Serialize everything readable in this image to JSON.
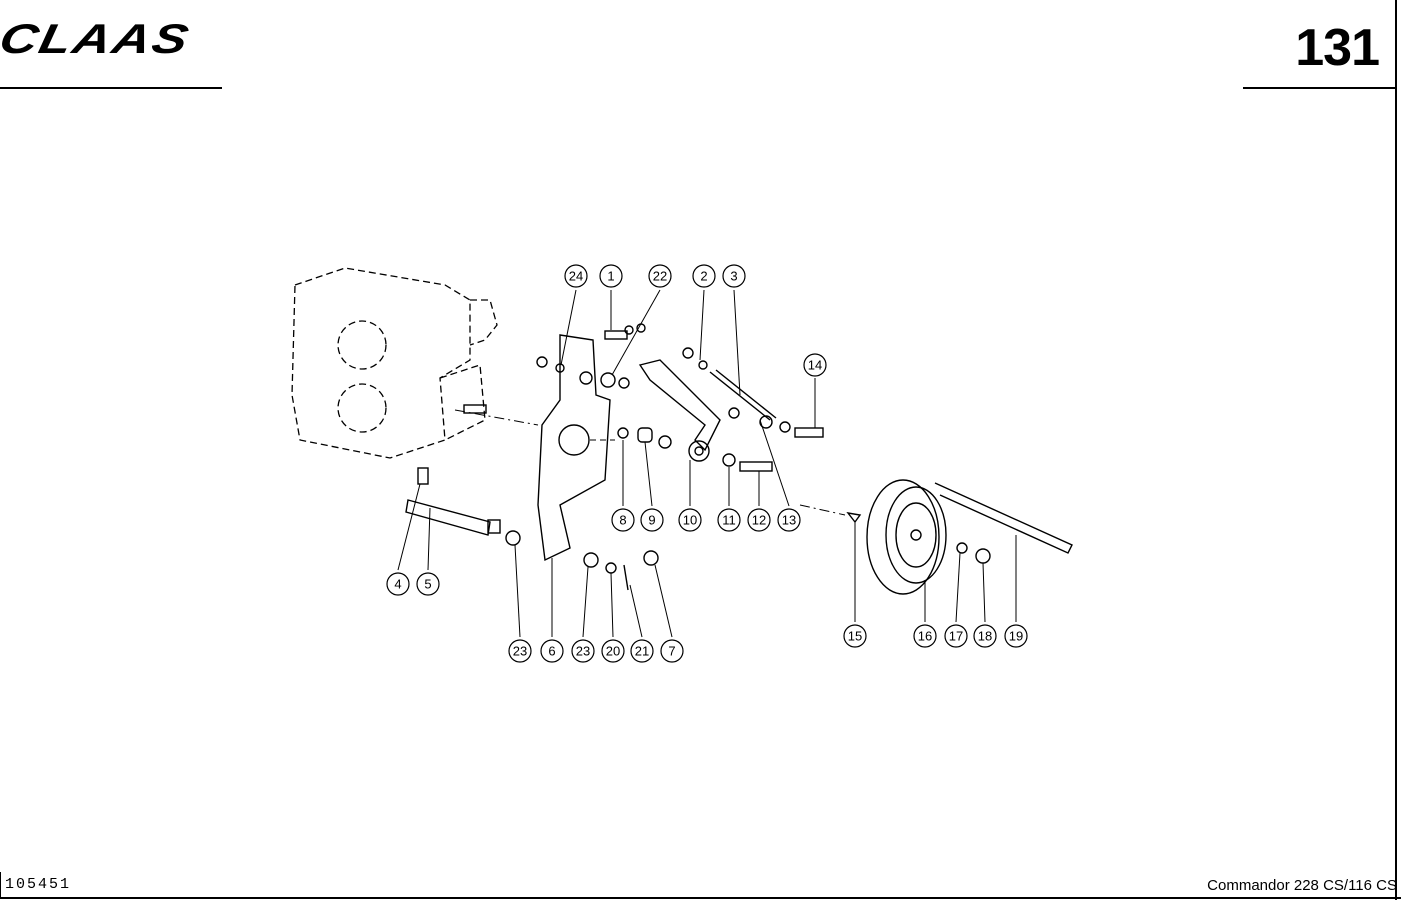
{
  "header": {
    "brand": "CLAAS",
    "page_number": "131"
  },
  "footer": {
    "doc_number": "105451",
    "model": "Commandor 228 CS/116 CS"
  },
  "callouts": [
    "24",
    "1",
    "22",
    "2",
    "3",
    "14",
    "8",
    "9",
    "10",
    "11",
    "12",
    "13",
    "4",
    "5",
    "23",
    "6",
    "23",
    "20",
    "21",
    "7",
    "15",
    "16",
    "17",
    "18",
    "19"
  ]
}
